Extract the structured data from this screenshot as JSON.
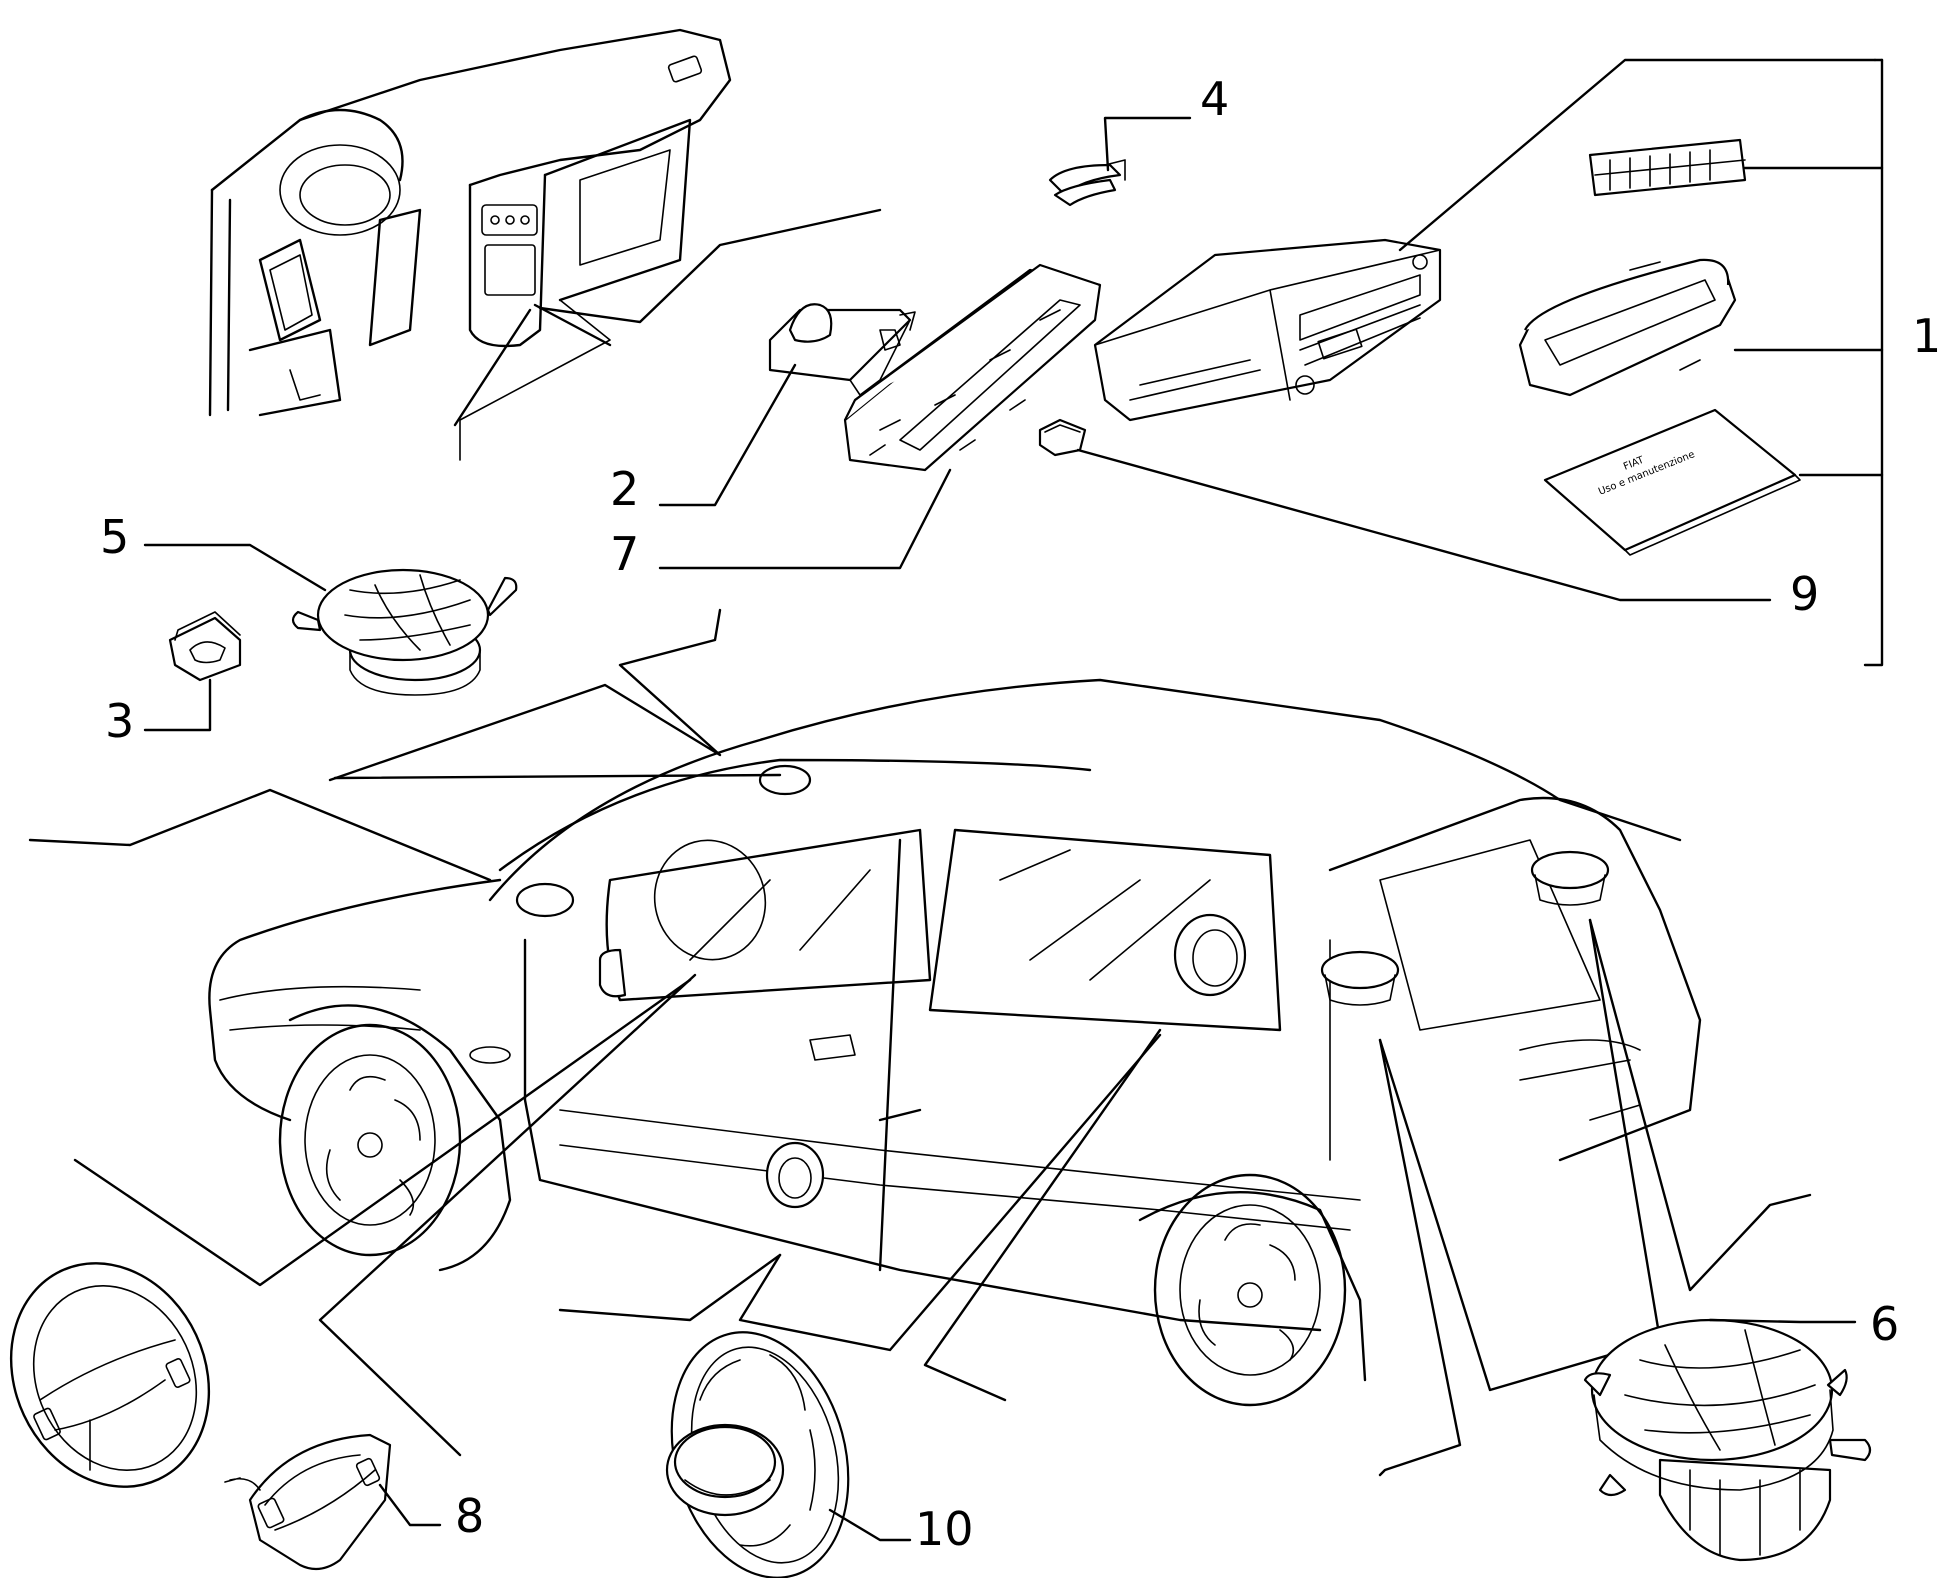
{
  "diagram": {
    "callouts": [
      {
        "id": "1",
        "label": "1"
      },
      {
        "id": "2",
        "label": "2"
      },
      {
        "id": "3",
        "label": "3"
      },
      {
        "id": "4",
        "label": "4"
      },
      {
        "id": "5",
        "label": "5"
      },
      {
        "id": "6",
        "label": "6"
      },
      {
        "id": "7",
        "label": "7"
      },
      {
        "id": "8",
        "label": "8"
      },
      {
        "id": "9",
        "label": "9"
      },
      {
        "id": "10",
        "label": "10"
      }
    ],
    "manual_cover_text": "Uso e manutenzione",
    "manual_logo_text": "FIAT"
  }
}
